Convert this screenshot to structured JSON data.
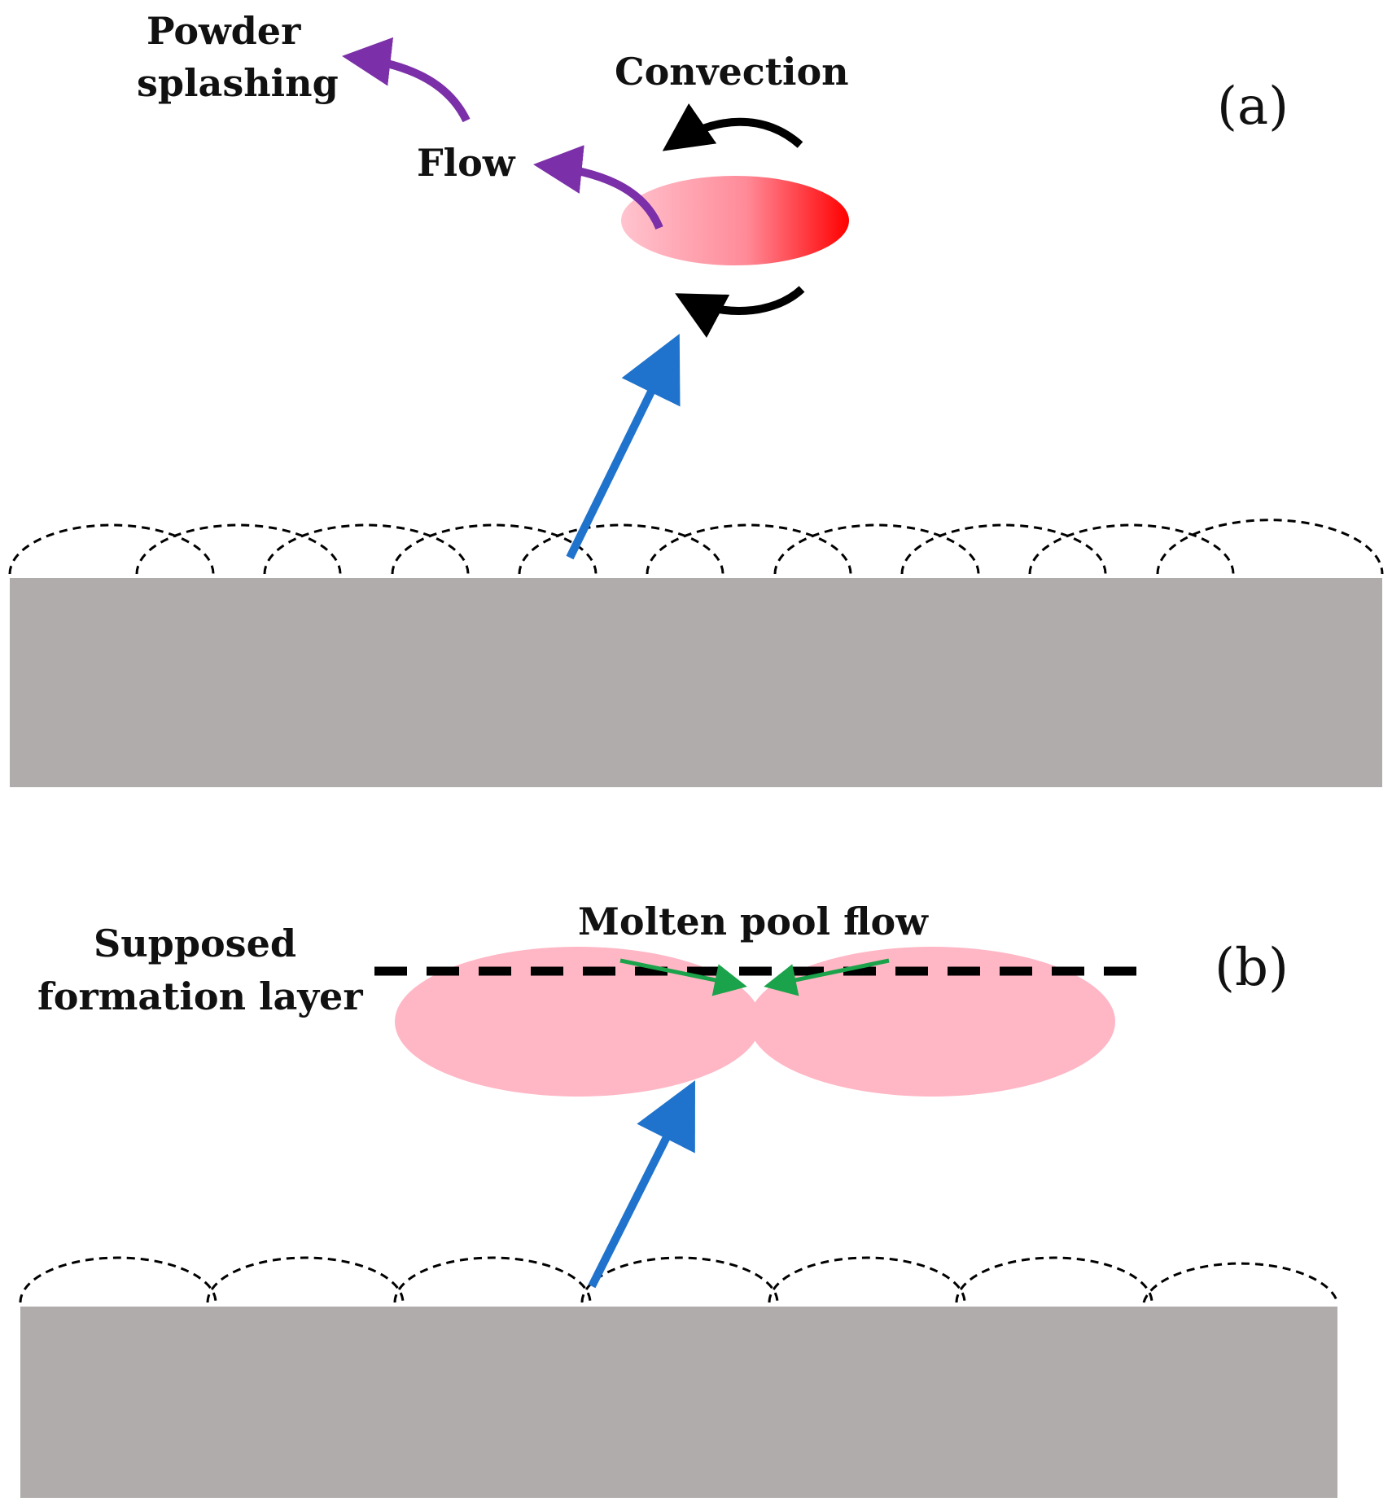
{
  "panel_a": {
    "label": "(a)",
    "labels": {
      "powder_line1": "Powder",
      "powder_line2": "splashing",
      "convection": "Convection",
      "flow": "Flow"
    }
  },
  "panel_b": {
    "label": "(b)",
    "labels": {
      "supposed_line1": "Supposed",
      "supposed_line2": "formation layer",
      "molten_pool_flow": "Molten pool flow"
    }
  },
  "colors": {
    "substrate": "#b0acab",
    "molten_pool_light": "#ffb6c5",
    "molten_pool_hot": "#ff0000",
    "laser_arrow": "#1f73cc",
    "flow_arrow": "#7b2fa8",
    "convection_arrow": "#000000",
    "molten_flow_arrow": "#1aa34a",
    "dashed_lines": "#000000"
  }
}
